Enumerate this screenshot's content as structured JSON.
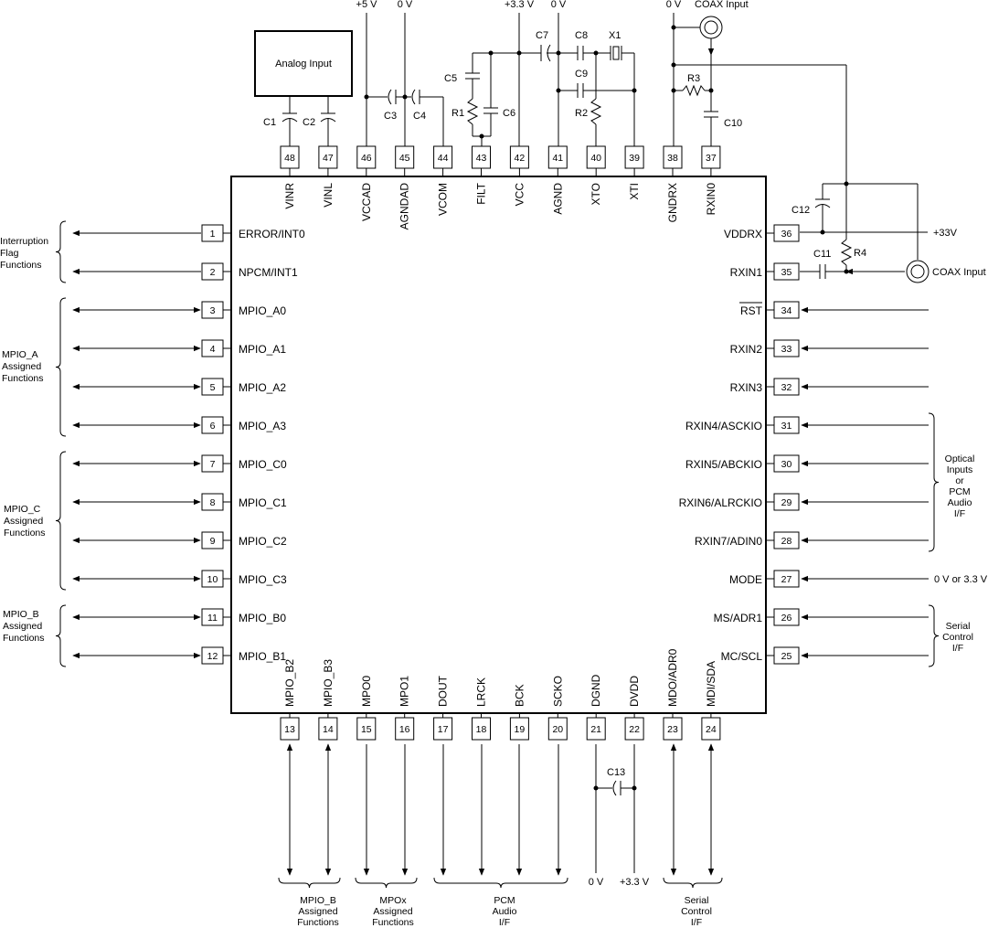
{
  "chip": {
    "left": [
      {
        "num": "1",
        "label": "ERROR/INT0"
      },
      {
        "num": "2",
        "label": "NPCM/INT1"
      },
      {
        "num": "3",
        "label": "MPIO_A0"
      },
      {
        "num": "4",
        "label": "MPIO_A1"
      },
      {
        "num": "5",
        "label": "MPIO_A2"
      },
      {
        "num": "6",
        "label": "MPIO_A3"
      },
      {
        "num": "7",
        "label": "MPIO_C0"
      },
      {
        "num": "8",
        "label": "MPIO_C1"
      },
      {
        "num": "9",
        "label": "MPIO_C2"
      },
      {
        "num": "10",
        "label": "MPIO_C3"
      },
      {
        "num": "11",
        "label": "MPIO_B0"
      },
      {
        "num": "12",
        "label": "MPIO_B1"
      }
    ],
    "right": [
      {
        "num": "36",
        "label": "VDDRX"
      },
      {
        "num": "35",
        "label": "RXIN1"
      },
      {
        "num": "34",
        "label": "RST"
      },
      {
        "num": "33",
        "label": "RXIN2"
      },
      {
        "num": "32",
        "label": "RXIN3"
      },
      {
        "num": "31",
        "label": "RXIN4/ASCKIO"
      },
      {
        "num": "30",
        "label": "RXIN5/ABCKIO"
      },
      {
        "num": "29",
        "label": "RXIN6/ALRCKIO"
      },
      {
        "num": "28",
        "label": "RXIN7/ADIN0"
      },
      {
        "num": "27",
        "label": "MODE"
      },
      {
        "num": "26",
        "label": "MS/ADR1"
      },
      {
        "num": "25",
        "label": "MC/SCL"
      }
    ],
    "top": [
      {
        "num": "48",
        "label": "VINR"
      },
      {
        "num": "47",
        "label": "VINL"
      },
      {
        "num": "46",
        "label": "VCCAD"
      },
      {
        "num": "45",
        "label": "AGNDAD"
      },
      {
        "num": "44",
        "label": "VCOM"
      },
      {
        "num": "43",
        "label": "FILT"
      },
      {
        "num": "42",
        "label": "VCC"
      },
      {
        "num": "41",
        "label": "AGND"
      },
      {
        "num": "40",
        "label": "XTO"
      },
      {
        "num": "39",
        "label": "XTI"
      },
      {
        "num": "38",
        "label": "GNDRX"
      },
      {
        "num": "37",
        "label": "RXIN0"
      }
    ],
    "bottom": [
      {
        "num": "13",
        "label": "MPIO_B2"
      },
      {
        "num": "14",
        "label": "MPIO_B3"
      },
      {
        "num": "15",
        "label": "MPO0"
      },
      {
        "num": "16",
        "label": "MPO1"
      },
      {
        "num": "17",
        "label": "DOUT"
      },
      {
        "num": "18",
        "label": "LRCK"
      },
      {
        "num": "19",
        "label": "BCK"
      },
      {
        "num": "20",
        "label": "SCKO"
      },
      {
        "num": "21",
        "label": "DGND"
      },
      {
        "num": "22",
        "label": "DVDD"
      },
      {
        "num": "23",
        "label": "MDO/ADR0"
      },
      {
        "num": "24",
        "label": "MDI/SDA"
      }
    ]
  },
  "components": {
    "analog_input": "Analog Input",
    "c1": "C1",
    "c2": "C2",
    "c3": "C3",
    "c4": "C4",
    "c5": "C5",
    "c6": "C6",
    "c7": "C7",
    "c8": "C8",
    "c9": "C9",
    "c10": "C10",
    "c11": "C11",
    "c12": "C12",
    "c13": "C13",
    "r1": "R1",
    "r2": "R2",
    "r3": "R3",
    "r4": "R4",
    "x1": "X1"
  },
  "rails": {
    "p5v": "+5 V",
    "zero_v_46": "0 V",
    "p33v_42": "+3.3 V",
    "zero_v_41": "0 V",
    "zero_v_38": "0 V",
    "coax_top": "COAX Input",
    "coax_right": "COAX Input",
    "vddrx_supply": "+33V",
    "mode_level": "0 V or 3.3 V",
    "dgnd_level": "0 V",
    "dvdd_level": "+3.3 V"
  },
  "groups": {
    "interruption": [
      "Interruption",
      "Flag",
      "Functions"
    ],
    "mpio_a": [
      "MPIO_A",
      "Assigned",
      "Functions"
    ],
    "mpio_c": [
      "MPIO_C",
      "Assigned",
      "Functions"
    ],
    "mpio_b_left": [
      "MPIO_B",
      "Assigned",
      "Functions"
    ],
    "optical": [
      "Optical",
      "Inputs",
      "or",
      "PCM",
      "Audio",
      "I/F"
    ],
    "serial_right": [
      "Serial",
      "Control",
      "I/F"
    ],
    "mpio_b_bottom": [
      "MPIO_B",
      "Assigned",
      "Functions"
    ],
    "mpox": [
      "MPOx",
      "Assigned",
      "Functions"
    ],
    "pcm": [
      "PCM",
      "Audio",
      "I/F"
    ],
    "serial_bottom": [
      "Serial",
      "Control",
      "I/F"
    ]
  }
}
